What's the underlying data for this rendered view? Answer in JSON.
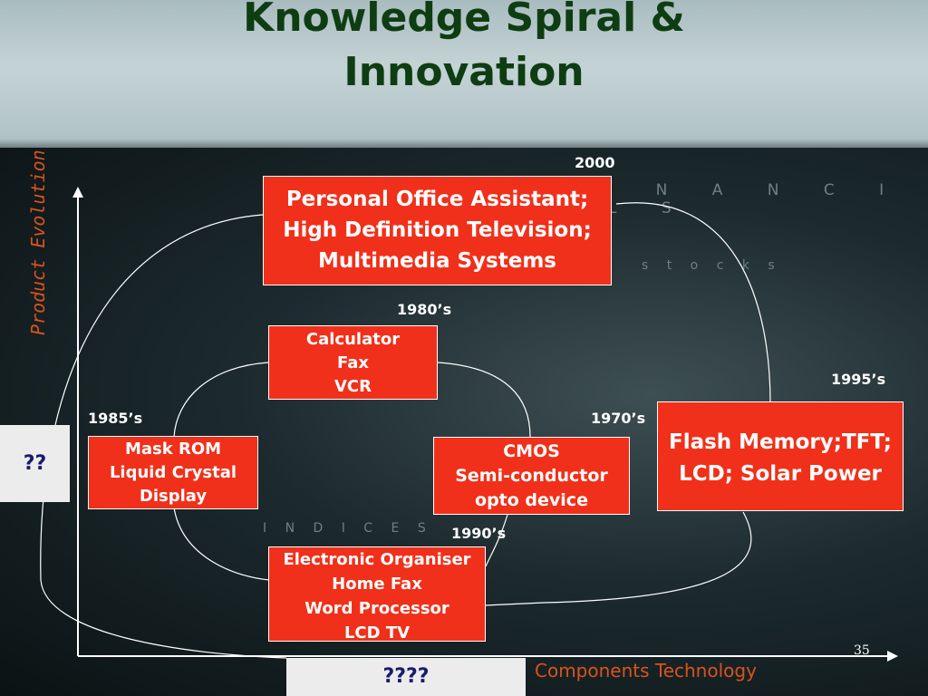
{
  "title_lines": [
    "Knowledge Spiral &",
    "Innovation"
  ],
  "background_words": [
    "F I N A N C I A L S",
    "s t o c k s",
    "I N D I C E S"
  ],
  "y_axis_label": "Product Evolution",
  "x_axis_label": "Components Technology",
  "left_question": "??",
  "bottom_question": "????",
  "page_number": "35",
  "years": {
    "y2000": "2000",
    "y1980": "1980’s",
    "y1995": "1995’s",
    "y1985": "1985’s",
    "y1970": "1970’s",
    "y1990": "1990’s"
  },
  "boxes": {
    "office": [
      "Personal Office Assistant;",
      "High Definition Television;",
      "Multimedia Systems"
    ],
    "calculator": [
      "Calculator",
      "Fax",
      "VCR"
    ],
    "mask_rom": [
      "Mask ROM",
      "Liquid Crystal",
      "Display"
    ],
    "cmos": [
      "CMOS",
      "Semi-conductor",
      "opto device"
    ],
    "flash": [
      "Flash Memory;TFT;",
      "LCD; Solar Power"
    ],
    "organiser": [
      "Electronic Organiser",
      "Home Fax",
      "Word Processor",
      "LCD TV"
    ]
  },
  "colors": {
    "box_fill": "#f0301a",
    "title": "#0f3d12",
    "axis_label": "#d9531c"
  }
}
